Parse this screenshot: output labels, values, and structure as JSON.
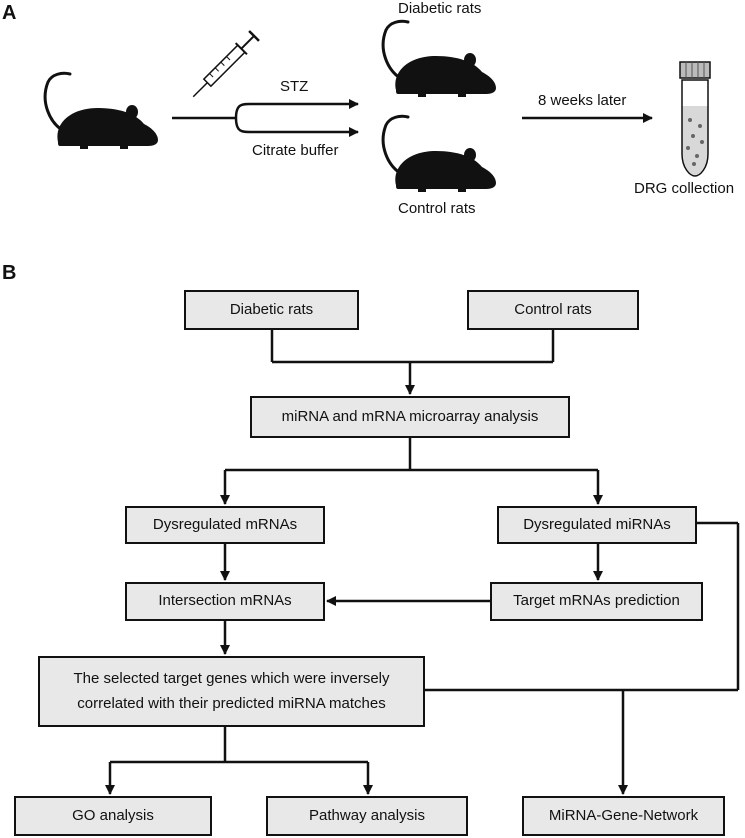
{
  "panel_a": {
    "label": "A",
    "stz": "STZ",
    "citrate": "Citrate buffer",
    "diabetic_rats": "Diabetic rats",
    "control_rats": "Control rats",
    "weeks_later": "8 weeks later",
    "drg_collection": "DRG collection"
  },
  "panel_b": {
    "label": "B",
    "diabetic_rats": "Diabetic rats",
    "control_rats": "Control rats",
    "microarray": "miRNA and mRNA microarray analysis",
    "dys_mrnas": "Dysregulated mRNAs",
    "dys_mirnas": "Dysregulated miRNAs",
    "intersection": "Intersection mRNAs",
    "target_prediction": "Target mRNAs prediction",
    "selected_line1": "The selected target genes which were inversely",
    "selected_line2": "correlated with their predicted miRNA matches",
    "go": "GO analysis",
    "pathway": "Pathway analysis",
    "network": "MiRNA-Gene-Network"
  }
}
